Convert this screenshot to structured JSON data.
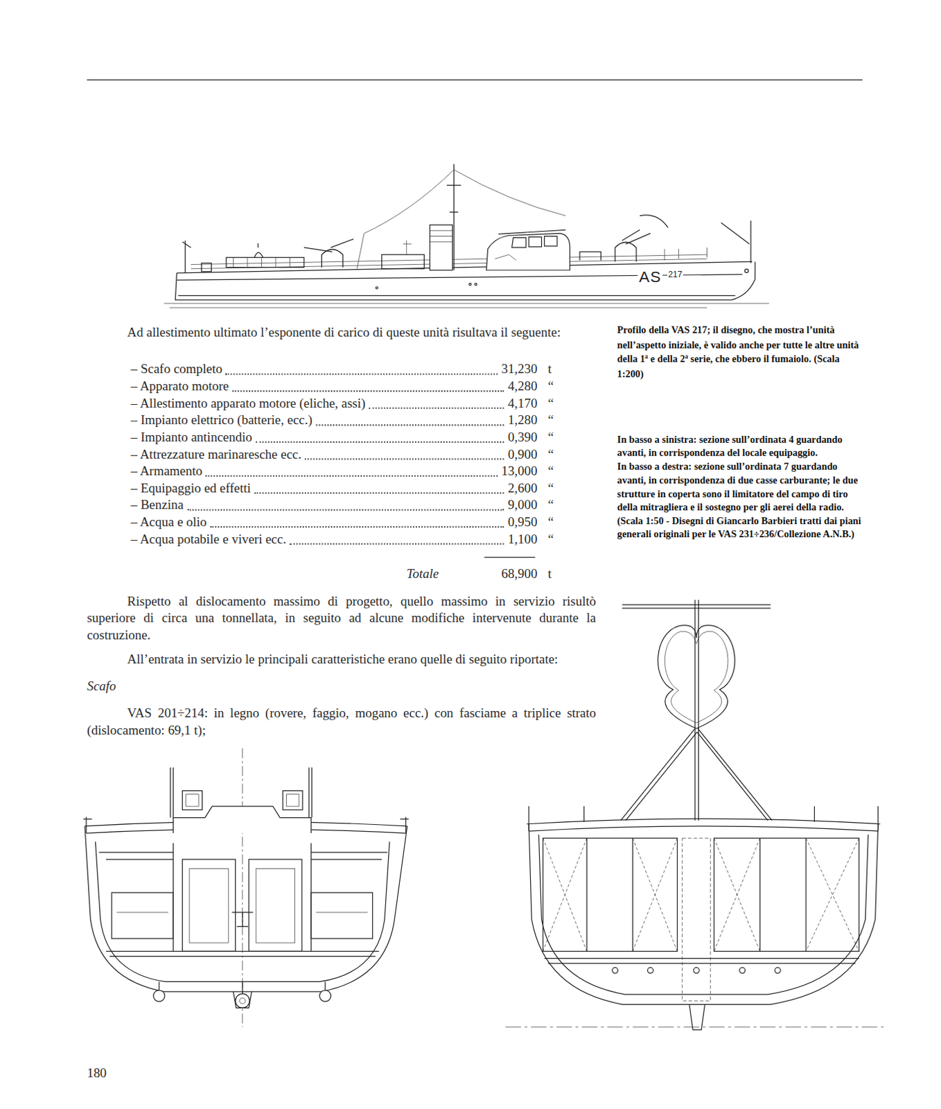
{
  "diagram": {
    "labels": [
      "Ad allestimento ultimato l’esponente di carico di queste unità risultava il seguente:",
      "– Scafo completo",
      "31,230",
      "t",
      "– Apparato motore",
      "4,280",
      "“",
      "– Allestimento apparato motore (eliche, assi)",
      "4,170",
      "“",
      "– Impianto elettrico (batterie, ecc.)",
      "1,280",
      "“",
      "– Impianto antincendio",
      "0,390",
      "“",
      "– Attrezzature marinaresche ecc.",
      "0,900",
      "“",
      "– Armamento",
      "13,000",
      "“",
      "– Equipaggio ed effetti",
      "2,600",
      "“",
      "– Benzina",
      "9,000",
      "“",
      "– Acqua e olio",
      "0,950",
      "“",
      "– Acqua potabile e viveri ecc.",
      "1,100",
      "“",
      "Totale",
      "68,900",
      "t",
      "Rispetto al dislocamento massimo di progetto, quello massimo in servizio risultò superiore di circa una tonnellata, in seguito ad alcune modifiche intervenute durante la costruzione.",
      "All’entrata in servizio le principali caratteristiche erano quelle di seguito riportate:",
      "Scafo",
      "VAS 201÷214: in legno (rovere, faggio, mogano ecc.) con fasciame a triplice strato (dislocamento: 69,1 t);",
      "Profilo della VAS 217; il disegno, che mostra l’unità nell’aspetto iniziale, è valido anche per tutte le altre unità della 1ª e della 2ª serie, che ebbero il fumaiolo. (Scala 1:200)",
      "In basso a sinistra: sezione sull’ordinata 4 guardando avanti, in corrispondenza del locale equipaggio.",
      "In basso a destra: sezione sull’ordinata 7 guardando avanti, in corrispondenza di due casse carburante; le due strutture in coperta sono il limitatore del campo di tiro della mitragliera e il sostegno per gli aerei della radio. (Scala 1:50 - Disegni di Giancarlo Barbieri tratti dai piani generali originali per le VAS 231÷236/Collezione A.N.B.)",
      "AS",
      "217",
      "180"
    ]
  }
}
